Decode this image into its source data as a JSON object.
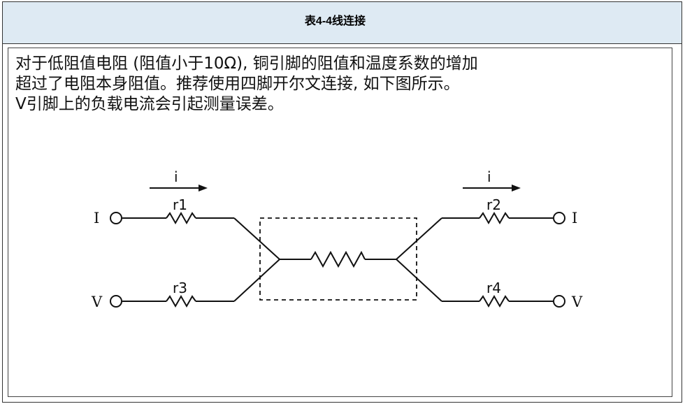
{
  "header": {
    "title": "表4-4线连接"
  },
  "description": {
    "lines": [
      "对于低阻值电阻 (阻值小于10Ω), 铜引脚的阻值和温度系数的增加",
      "超过了电阻本身阻值。推荐使用四脚开尔文连接, 如下图所示。",
      "V引脚上的负载电流会引起测量误差。"
    ]
  },
  "diagram": {
    "current_label_left": "i",
    "current_label_right": "i",
    "terminal_I_left": "I",
    "terminal_V_left": "V",
    "terminal_I_right": "I",
    "terminal_V_right": "V",
    "r1": "r1",
    "r2": "r2",
    "r3": "r3",
    "r4": "r4"
  }
}
